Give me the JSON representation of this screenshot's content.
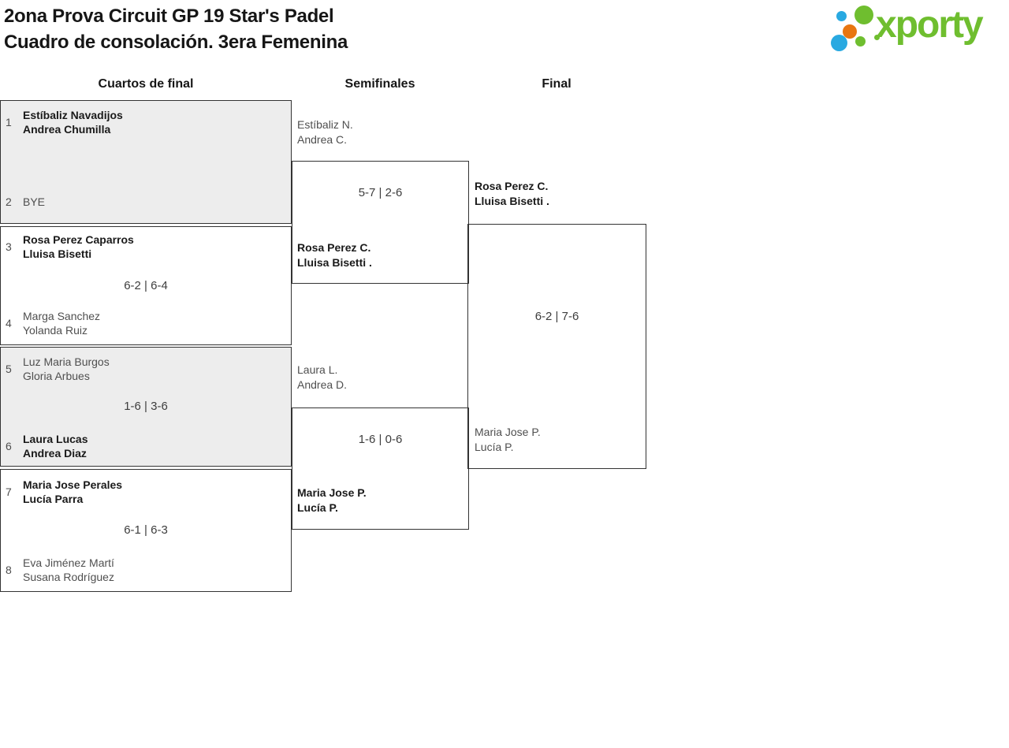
{
  "page": {
    "title_line1": "2ona Prova Circuit GP 19 Star's Padel",
    "title_line2": "Cuadro de consolación. 3era Femenina"
  },
  "logo": {
    "text": "xporty",
    "colors": {
      "green": "#6FBE2F",
      "blue": "#29A9E1",
      "orange": "#E87611"
    }
  },
  "headers": {
    "quarterfinals": "Cuartos de final",
    "semifinals": "Semifinales",
    "final": "Final"
  },
  "bracket": {
    "quarterfinals": [
      {
        "seed_top": "1",
        "team_top_1": "Estíbaliz Navadijos",
        "team_top_2": "Andrea Chumilla",
        "score": "",
        "seed_bottom": "2",
        "team_bottom_1": "BYE",
        "team_bottom_2": ""
      },
      {
        "seed_top": "3",
        "team_top_1": "Rosa Perez Caparros",
        "team_top_2": "Lluisa Bisetti",
        "score": "6-2 | 6-4",
        "seed_bottom": "4",
        "team_bottom_1": "Marga Sanchez",
        "team_bottom_2": "Yolanda Ruiz"
      },
      {
        "seed_top": "5",
        "team_top_1": "Luz Maria Burgos",
        "team_top_2": "Gloria Arbues",
        "score": "1-6 | 3-6",
        "seed_bottom": "6",
        "team_bottom_1": "Laura Lucas",
        "team_bottom_2": "Andrea Diaz"
      },
      {
        "seed_top": "7",
        "team_top_1": "Maria Jose Perales",
        "team_top_2": "Lucía Parra",
        "score": "6-1 | 6-3",
        "seed_bottom": "8",
        "team_bottom_1": "Eva Jiménez Martí",
        "team_bottom_2": "Susana Rodríguez"
      }
    ],
    "semifinals": [
      {
        "top_team_1": "Estíbaliz N.",
        "top_team_2": "Andrea C.",
        "score": "5-7 | 2-6",
        "winner_1": "Rosa Perez C.",
        "winner_2": "Lluisa Bisetti ."
      },
      {
        "top_team_1": "Laura L.",
        "top_team_2": "Andrea D.",
        "score": "1-6 | 0-6",
        "winner_1": "Maria Jose P.",
        "winner_2": "Lucía P."
      }
    ],
    "final": {
      "score": "6-2 | 7-6",
      "top_team_1": "Rosa Perez C.",
      "top_team_2": "Lluisa Bisetti .",
      "bottom_team_1": "Maria Jose P.",
      "bottom_team_2": "Lucía P."
    }
  }
}
